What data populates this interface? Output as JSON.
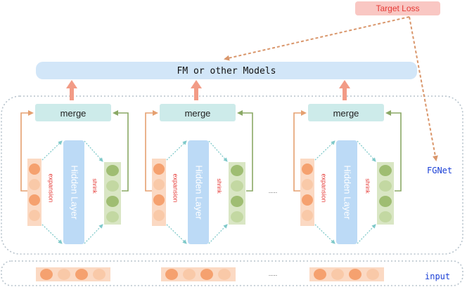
{
  "target_loss": "Target Loss",
  "model_label": "FM or other Models",
  "fgnet_label": "FGNet",
  "input_label": "input",
  "ellipsis": ".....",
  "blocks": [
    {
      "merge": "merge",
      "hidden": "Hidden Layer",
      "expansion": "expansion",
      "shrink": "shrink"
    },
    {
      "merge": "merge",
      "hidden": "Hidden Layer",
      "expansion": "expansion",
      "shrink": "shrink"
    },
    {
      "merge": "merge",
      "hidden": "Hidden Layer",
      "expansion": "expansion",
      "shrink": "shrink"
    }
  ],
  "colors": {
    "target_fill": "#f9c7c3",
    "target_text": "#e53935",
    "model_fill": "#d2e6f8",
    "merge_fill": "#cdebea",
    "hidden_fill": "#bcdaf6",
    "orange_dark": "#f5a16f",
    "orange_light": "#f9c9a8",
    "green_dark": "#9fbd72",
    "green_light": "#c3d8a2",
    "green_bar": "#d9e6c4",
    "orange_bar": "#fbd9c3",
    "arrow_up": "#f29b86",
    "dash_arrow": "#d9966b",
    "label_blue": "#1a3fd6",
    "red_text": "#e53935"
  }
}
